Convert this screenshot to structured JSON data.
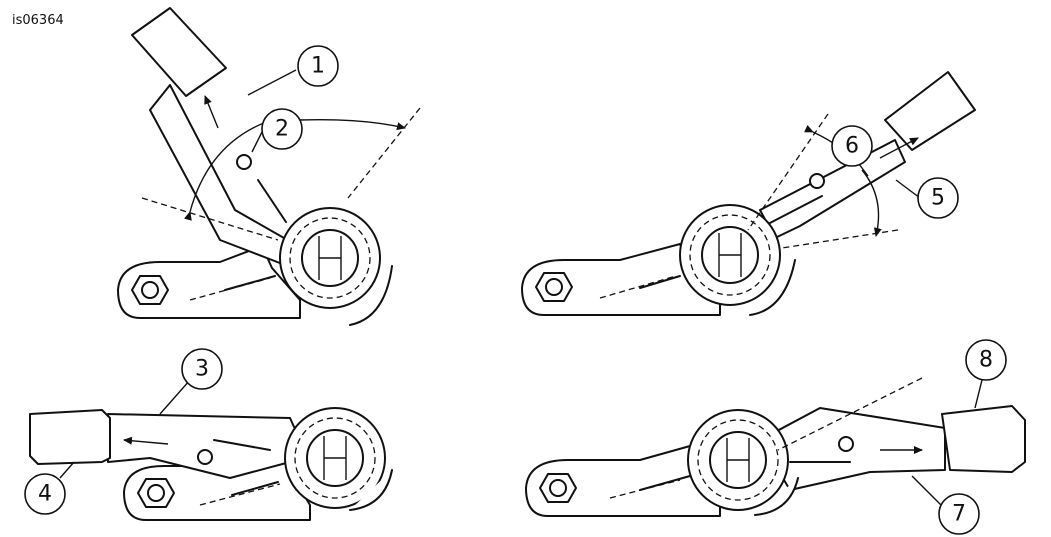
{
  "figure_id": "is06364",
  "callouts": [
    "1",
    "2",
    "3",
    "4",
    "5",
    "6",
    "7",
    "8"
  ]
}
